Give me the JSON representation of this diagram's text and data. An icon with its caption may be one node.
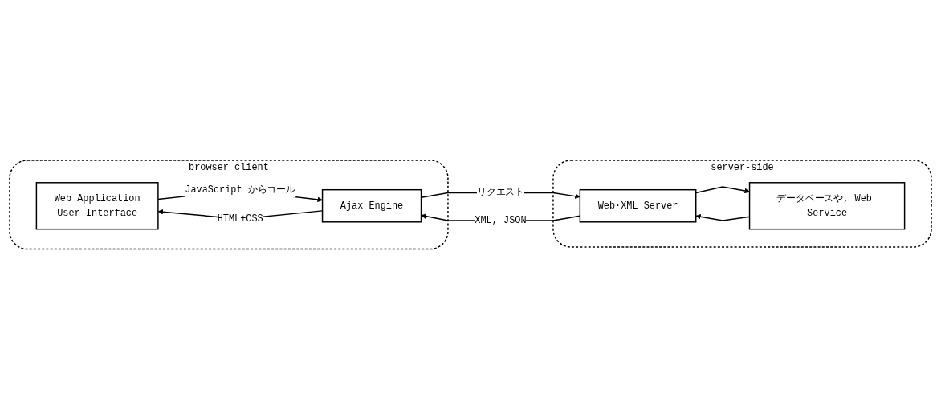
{
  "diagram": {
    "nodes": [
      {
        "text": [
          "browser client"
        ]
      },
      {
        "text": [
          "Web Application",
          "User Interface"
        ],
        "in": 0
      },
      {
        "text": [
          "Ajax Engine"
        ],
        "in": 0
      },
      {
        "text": [
          "server-side"
        ]
      },
      {
        "text": [
          "Web·XML Server"
        ],
        "in": 3
      },
      {
        "text": [
          "データベースや, Web Service"
        ],
        "in": 3
      }
    ],
    "edges": [
      {
        "from": 1,
        "to": 2,
        "arrow": "to",
        "label": "JavaScript からコール"
      },
      {
        "from": 2,
        "to": 1,
        "arrow": "to",
        "label": "HTML+CSS"
      },
      {
        "from": 2,
        "to": 4,
        "arrow": "to",
        "label": "リクエスト"
      },
      {
        "from": 4,
        "to": 2,
        "arrow": "to",
        "label": "XML, JSON"
      },
      {
        "from": 4,
        "to": 5,
        "arrow": "to"
      },
      {
        "from": 5,
        "to": 4,
        "arrow": "to"
      }
    ]
  }
}
